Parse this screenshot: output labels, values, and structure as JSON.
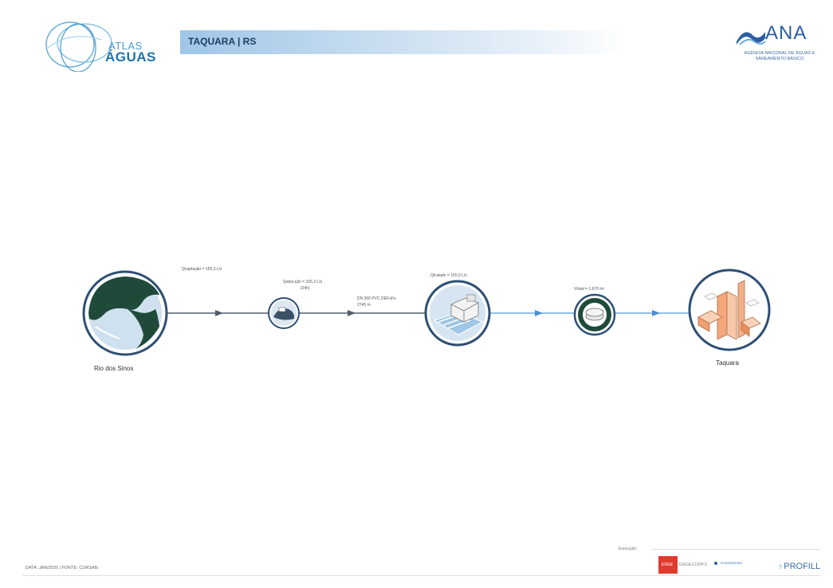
{
  "header": {
    "atlas_logo_line1": "ATLAS",
    "atlas_logo_line2": "ÁGUAS",
    "title": "TAQUARA | RS",
    "ana_logo_name": "ANA",
    "ana_logo_subtitle": "AGÊNCIA NACIONAL DE ÁGUAS E SANEAMENTO BÁSICO"
  },
  "diagram": {
    "source_label": "Rio dos Sinos",
    "capture_flow_label": "Qcaptação = 155,3 L/s",
    "pump_flow_label": "Qaducção = 155,3 L/s",
    "pump_hours_label": "(24h)",
    "pipe_label_line1": "DN 300 PVC DEFoFo",
    "pipe_label_line2": "2745 m",
    "treatment_flow_label": "Qtratado = 155,0 L/s",
    "reservoir_volume_label": "Vtotal = 1.670 m³",
    "destination_label": "Taquara"
  },
  "footer": {
    "date_source": "DATA: JAN/2020 | FONTE: CORSAN",
    "execution_label": "Execução:",
    "partner1": "ENGECORPS",
    "partner2": "ecoambiental",
    "partner3": "PROFILL"
  },
  "colors": {
    "brand_blue": "#2b5fa4",
    "pipe_dark": "#4f5e6d",
    "pipe_light": "#69aee3",
    "ring_blue": "#2e4f74",
    "water_green": "#1f4a3a"
  }
}
